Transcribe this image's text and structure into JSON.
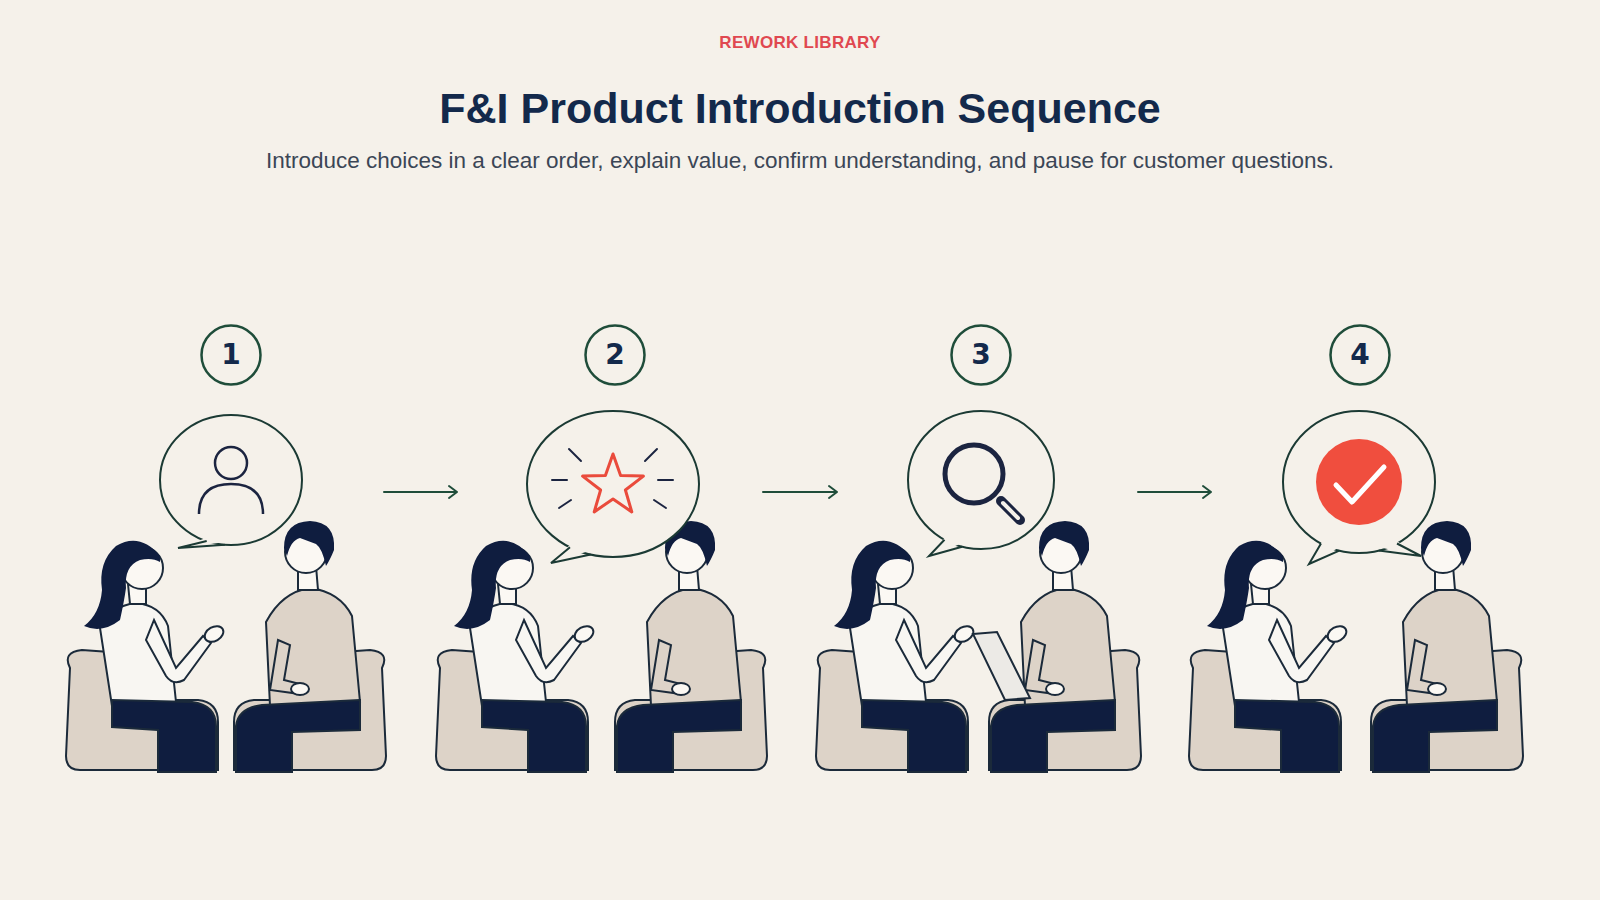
{
  "diagram": {
    "title": "F&I Product Introduction Sequence",
    "caption": "Introduce choices in a clear order, explain value, confirm understanding, and pause for customer questions.",
    "nodes": [
      {
        "text": [
          "1"
        ]
      },
      {
        "text": [
          "2"
        ]
      },
      {
        "text": [
          "3"
        ]
      },
      {
        "text": [
          "4"
        ]
      }
    ],
    "labels": [
      "REWORK LIBRARY"
    ]
  }
}
